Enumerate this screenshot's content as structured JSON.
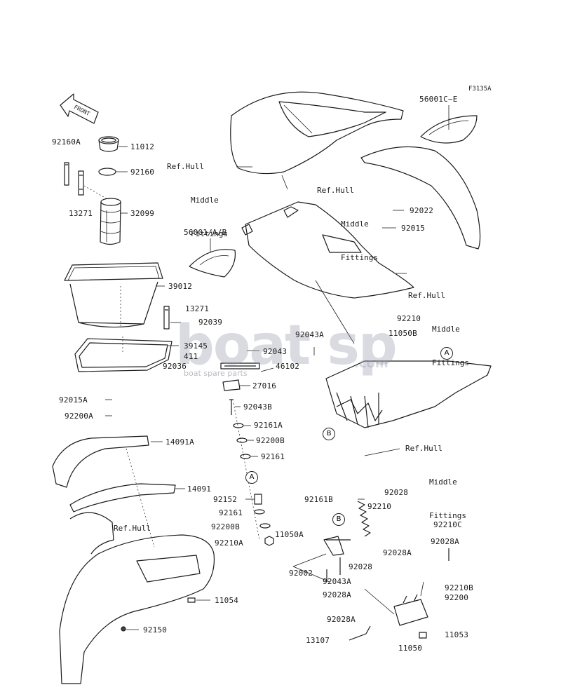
{
  "figure_code": "F3135A",
  "front_arrow": "FRONT",
  "watermark": {
    "main": "boat sp",
    "tld": ".com",
    "sub": "boat spare parts"
  },
  "ref_hull_middle": [
    "Ref.Hull",
    "Middle",
    "Fittings"
  ],
  "ref_hull": "Ref.Hull",
  "markers": [
    "A",
    "B"
  ],
  "labels": {
    "l92160A": "92160A",
    "l11012": "11012",
    "l92160": "92160",
    "l13271a": "13271",
    "l32099": "32099",
    "l56001AB": "56001/A/B",
    "l39012": "39012",
    "l13271b": "13271",
    "l92039": "92039",
    "l39145": "39145",
    "l411": "411",
    "l92036": "92036",
    "l92043": "92043",
    "l46102": "46102",
    "l27016": "27016",
    "l92015A": "92015A",
    "l92200A": "92200A",
    "l14091A": "14091A",
    "l14091": "14091",
    "l92043B": "92043B",
    "l92161A": "92161A",
    "l92200B": "92200B",
    "l92161a": "92161",
    "l92152": "92152",
    "l92161b": "92161",
    "l92200Bb": "92200B",
    "l92210A": "92210A",
    "l11054": "11054",
    "l92150": "92150",
    "l56001CE": "56001C~E",
    "l92022": "92022",
    "l92015": "92015",
    "l92210a": "92210",
    "l92043A": "92043A",
    "l11050B": "11050B",
    "l92028a": "92028",
    "l92161B": "92161B",
    "l92210b": "92210",
    "l11050A": "11050A",
    "l92210C": "92210C",
    "l92028Aa": "92028A",
    "l92028Ab": "92028A",
    "l92028b": "92028",
    "l92002": "92002",
    "l92043Ab": "92043A",
    "l92210B": "92210B",
    "l92028Ac": "92028A",
    "l92200": "92200",
    "l92028Ad": "92028A",
    "l11053": "11053",
    "l13107": "13107",
    "l11050": "11050"
  }
}
